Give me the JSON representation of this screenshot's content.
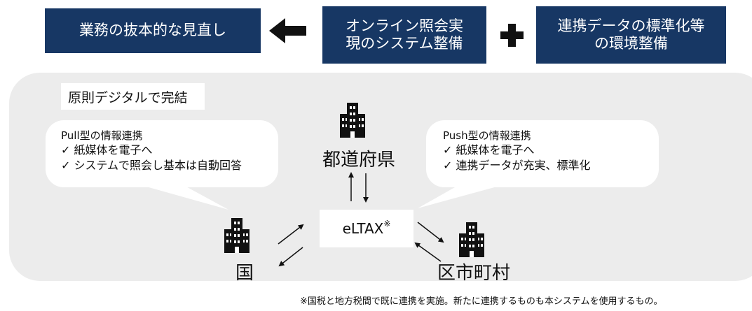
{
  "top_boxes": {
    "review": "業務の抜本的な見直し",
    "online_line1": "オンライン照会実",
    "online_line2": "現のシステム整備",
    "standard_line1": "連携データの標準化等",
    "standard_line2": "の環境整備"
  },
  "principle": "原則デジタルで完結",
  "pull_bubble": {
    "title": "Pull型の情報連携",
    "item1": "✓ 紙媒体を電子へ",
    "item2": "✓ システムで照会し基本は自動回答"
  },
  "push_bubble": {
    "title": "Push型の情報連携",
    "item1": "✓ 紙媒体を電子へ",
    "item2": "✓ 連携データが充実、標準化"
  },
  "nodes": {
    "prefecture": "都道府県",
    "national": "国",
    "municipality": "区市町村",
    "eltax": "eLTAX",
    "eltax_mark": "※"
  },
  "footnote": "※国税と地方税間で既に連携を実施。新たに連携するものも本システムを使用するもの。",
  "colors": {
    "navy": "#173764",
    "panel": "#ececec"
  },
  "icons": [
    "left-arrow-icon",
    "plus-icon",
    "building-icon"
  ]
}
